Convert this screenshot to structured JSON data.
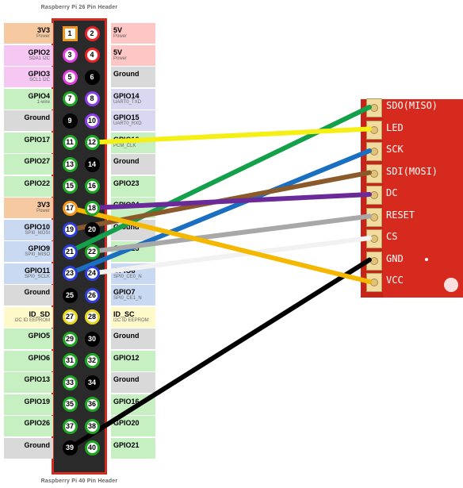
{
  "header_title_top": "Raspberry Pi 26 Pin Header",
  "header_title_bottom": "Raspberry Pi 40 Pin Header",
  "rows": [
    {
      "left": {
        "name": "3V3",
        "sub": "Power",
        "kind": "power3"
      },
      "right": {
        "name": "5V",
        "sub": "Power",
        "kind": "power5"
      },
      "pins": [
        {
          "num": "1",
          "ring": "#f0961e",
          "fill": "light",
          "shape": "square"
        },
        {
          "num": "2",
          "ring": "#e8242a",
          "fill": "light"
        }
      ]
    },
    {
      "left": {
        "name": "GPIO2",
        "sub": "SDA1 I2C",
        "kind": "i2c"
      },
      "right": {
        "name": "5V",
        "sub": "Power",
        "kind": "power5"
      },
      "pins": [
        {
          "num": "3",
          "ring": "#e23ee0",
          "fill": "light"
        },
        {
          "num": "4",
          "ring": "#e8242a",
          "fill": "light"
        }
      ]
    },
    {
      "left": {
        "name": "GPIO3",
        "sub": "SCL1 I2C",
        "kind": "i2c"
      },
      "right": {
        "name": "Ground",
        "sub": "",
        "kind": "ground"
      },
      "pins": [
        {
          "num": "5",
          "ring": "#e23ee0",
          "fill": "light"
        },
        {
          "num": "6",
          "ring": "#000000",
          "fill": "dark"
        }
      ]
    },
    {
      "left": {
        "name": "GPIO4",
        "sub": "1-wire",
        "kind": "gpio"
      },
      "right": {
        "name": "GPIO14",
        "sub": "UART0_TXD",
        "kind": "uart"
      },
      "pins": [
        {
          "num": "7",
          "ring": "#1fa524",
          "fill": "light"
        },
        {
          "num": "8",
          "ring": "#8a3ee8",
          "fill": "light"
        }
      ]
    },
    {
      "left": {
        "name": "Ground",
        "sub": "",
        "kind": "ground"
      },
      "right": {
        "name": "GPIO15",
        "sub": "UART0_RXD",
        "kind": "uart"
      },
      "pins": [
        {
          "num": "9",
          "ring": "#000000",
          "fill": "dark"
        },
        {
          "num": "10",
          "ring": "#8a3ee8",
          "fill": "light"
        }
      ]
    },
    {
      "left": {
        "name": "GPIO17",
        "sub": "",
        "kind": "gpio"
      },
      "right": {
        "name": "GPIO18",
        "sub": "PCM_CLK",
        "kind": "gpio"
      },
      "pins": [
        {
          "num": "11",
          "ring": "#1fa524",
          "fill": "light"
        },
        {
          "num": "12",
          "ring": "#1fa524",
          "fill": "light"
        }
      ]
    },
    {
      "left": {
        "name": "GPIO27",
        "sub": "",
        "kind": "gpio"
      },
      "right": {
        "name": "Ground",
        "sub": "",
        "kind": "ground"
      },
      "pins": [
        {
          "num": "13",
          "ring": "#1fa524",
          "fill": "light"
        },
        {
          "num": "14",
          "ring": "#000000",
          "fill": "dark"
        }
      ]
    },
    {
      "left": {
        "name": "GPIO22",
        "sub": "",
        "kind": "gpio"
      },
      "right": {
        "name": "GPIO23",
        "sub": "",
        "kind": "gpio"
      },
      "pins": [
        {
          "num": "15",
          "ring": "#1fa524",
          "fill": "light"
        },
        {
          "num": "16",
          "ring": "#1fa524",
          "fill": "light"
        }
      ]
    },
    {
      "left": {
        "name": "3V3",
        "sub": "Power",
        "kind": "power3"
      },
      "right": {
        "name": "GPIO24",
        "sub": "",
        "kind": "gpio"
      },
      "pins": [
        {
          "num": "17",
          "ring": "#f0961e",
          "fill": "light"
        },
        {
          "num": "18",
          "ring": "#1fa524",
          "fill": "light"
        }
      ]
    },
    {
      "left": {
        "name": "GPIO10",
        "sub": "SPI0_MOSI",
        "kind": "spi"
      },
      "right": {
        "name": "Ground",
        "sub": "",
        "kind": "ground"
      },
      "pins": [
        {
          "num": "19",
          "ring": "#2f3fd8",
          "fill": "light"
        },
        {
          "num": "20",
          "ring": "#000000",
          "fill": "dark"
        }
      ]
    },
    {
      "left": {
        "name": "GPIO9",
        "sub": "SPI0_MISO",
        "kind": "spi"
      },
      "right": {
        "name": "GPIO25",
        "sub": "",
        "kind": "gpio"
      },
      "pins": [
        {
          "num": "21",
          "ring": "#2f3fd8",
          "fill": "light"
        },
        {
          "num": "22",
          "ring": "#1fa524",
          "fill": "light"
        }
      ]
    },
    {
      "left": {
        "name": "GPIO11",
        "sub": "SPI0_SCLK",
        "kind": "spi"
      },
      "right": {
        "name": "GPIO8",
        "sub": "SPI0_CE0_N",
        "kind": "spi"
      },
      "pins": [
        {
          "num": "23",
          "ring": "#2f3fd8",
          "fill": "light"
        },
        {
          "num": "24",
          "ring": "#2f3fd8",
          "fill": "light"
        }
      ]
    },
    {
      "left": {
        "name": "Ground",
        "sub": "",
        "kind": "ground"
      },
      "right": {
        "name": "GPIO7",
        "sub": "SPI0_CE1_N",
        "kind": "spi"
      },
      "pins": [
        {
          "num": "25",
          "ring": "#000000",
          "fill": "dark"
        },
        {
          "num": "26",
          "ring": "#2f3fd8",
          "fill": "light"
        }
      ]
    },
    {
      "left": {
        "name": "ID_SD",
        "sub": "I2C ID EEPROM",
        "kind": "eeprom"
      },
      "right": {
        "name": "ID_SC",
        "sub": "I2C ID EEPROM",
        "kind": "eeprom"
      },
      "pins": [
        {
          "num": "27",
          "ring": "#e8d81e",
          "fill": "light"
        },
        {
          "num": "28",
          "ring": "#e8d81e",
          "fill": "light"
        }
      ]
    },
    {
      "left": {
        "name": "GPIO5",
        "sub": "",
        "kind": "gpio"
      },
      "right": {
        "name": "Ground",
        "sub": "",
        "kind": "ground"
      },
      "pins": [
        {
          "num": "29",
          "ring": "#1fa524",
          "fill": "light"
        },
        {
          "num": "30",
          "ring": "#000000",
          "fill": "dark"
        }
      ]
    },
    {
      "left": {
        "name": "GPIO6",
        "sub": "",
        "kind": "gpio"
      },
      "right": {
        "name": "GPIO12",
        "sub": "",
        "kind": "gpio"
      },
      "pins": [
        {
          "num": "31",
          "ring": "#1fa524",
          "fill": "light"
        },
        {
          "num": "32",
          "ring": "#1fa524",
          "fill": "light"
        }
      ]
    },
    {
      "left": {
        "name": "GPIO13",
        "sub": "",
        "kind": "gpio"
      },
      "right": {
        "name": "Ground",
        "sub": "",
        "kind": "ground"
      },
      "pins": [
        {
          "num": "33",
          "ring": "#1fa524",
          "fill": "light"
        },
        {
          "num": "34",
          "ring": "#000000",
          "fill": "dark"
        }
      ]
    },
    {
      "left": {
        "name": "GPIO19",
        "sub": "",
        "kind": "gpio"
      },
      "right": {
        "name": "GPIO16",
        "sub": "",
        "kind": "gpio"
      },
      "pins": [
        {
          "num": "35",
          "ring": "#1fa524",
          "fill": "light"
        },
        {
          "num": "36",
          "ring": "#1fa524",
          "fill": "light"
        }
      ]
    },
    {
      "left": {
        "name": "GPIO26",
        "sub": "",
        "kind": "gpio"
      },
      "right": {
        "name": "GPIO20",
        "sub": "",
        "kind": "gpio"
      },
      "pins": [
        {
          "num": "37",
          "ring": "#1fa524",
          "fill": "light"
        },
        {
          "num": "38",
          "ring": "#1fa524",
          "fill": "light"
        }
      ]
    },
    {
      "left": {
        "name": "Ground",
        "sub": "",
        "kind": "ground"
      },
      "right": {
        "name": "GPIO21",
        "sub": "",
        "kind": "gpio"
      },
      "pins": [
        {
          "num": "39",
          "ring": "#000000",
          "fill": "dark"
        },
        {
          "num": "40",
          "ring": "#1fa524",
          "fill": "light"
        }
      ]
    }
  ],
  "module_pins": [
    "SDO(MISO)",
    "LED",
    "SCK",
    "SDI(MOSI)",
    "DC",
    "RESET",
    "CS",
    "GND",
    "VCC"
  ],
  "wires": [
    {
      "module_pin": "SDO(MISO)",
      "header_pin": "21",
      "color": "#12a04a"
    },
    {
      "module_pin": "LED",
      "header_pin": "12",
      "color": "#f4f014"
    },
    {
      "module_pin": "SCK",
      "header_pin": "23",
      "color": "#1a6fc0"
    },
    {
      "module_pin": "SDI(MOSI)",
      "header_pin": "19",
      "color": "#8b5a2b"
    },
    {
      "module_pin": "DC",
      "header_pin": "18",
      "color": "#6a2a9a"
    },
    {
      "module_pin": "RESET",
      "header_pin": "22",
      "color": "#a8a8a8"
    },
    {
      "module_pin": "CS",
      "header_pin": "24",
      "color": "#f2f2f2"
    },
    {
      "module_pin": "GND",
      "header_pin": "39",
      "color": "#000000"
    },
    {
      "module_pin": "VCC",
      "header_pin": "17",
      "color": "#f5b800"
    }
  ],
  "colors": {
    "header_border": "#d42b20",
    "module_board": "#d72a1e"
  }
}
